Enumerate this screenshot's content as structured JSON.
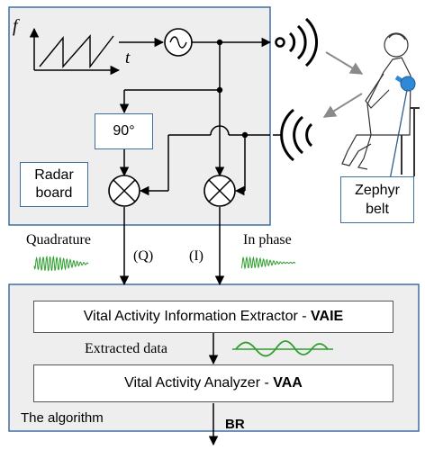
{
  "radar": {
    "axis_f": "f",
    "axis_t": "t",
    "phase_shifter": "90°",
    "board_label_line1": "Radar",
    "board_label_line2": "board",
    "quadrature_label": "Quadrature",
    "q_label": "(Q)",
    "i_label": "(I)",
    "inphase_label": "In phase"
  },
  "subject": {
    "belt_line1": "Zephyr",
    "belt_line2": "belt"
  },
  "algorithm": {
    "vaie_text": "Vital Activity Information Extractor - ",
    "vaie_abbr": "VAIE",
    "extracted_label": "Extracted data",
    "vaa_text": "Vital Activity Analyzer - ",
    "vaa_abbr": "VAA",
    "panel_label": "The algorithm",
    "output_label": "BR"
  },
  "colors": {
    "panel_bg": "#eeeeee",
    "panel_border": "#3f6fa0",
    "signal_green": "#2e9e2e",
    "belt_blue": "#2f89d6",
    "arrow_gray": "#8a8a8a"
  }
}
